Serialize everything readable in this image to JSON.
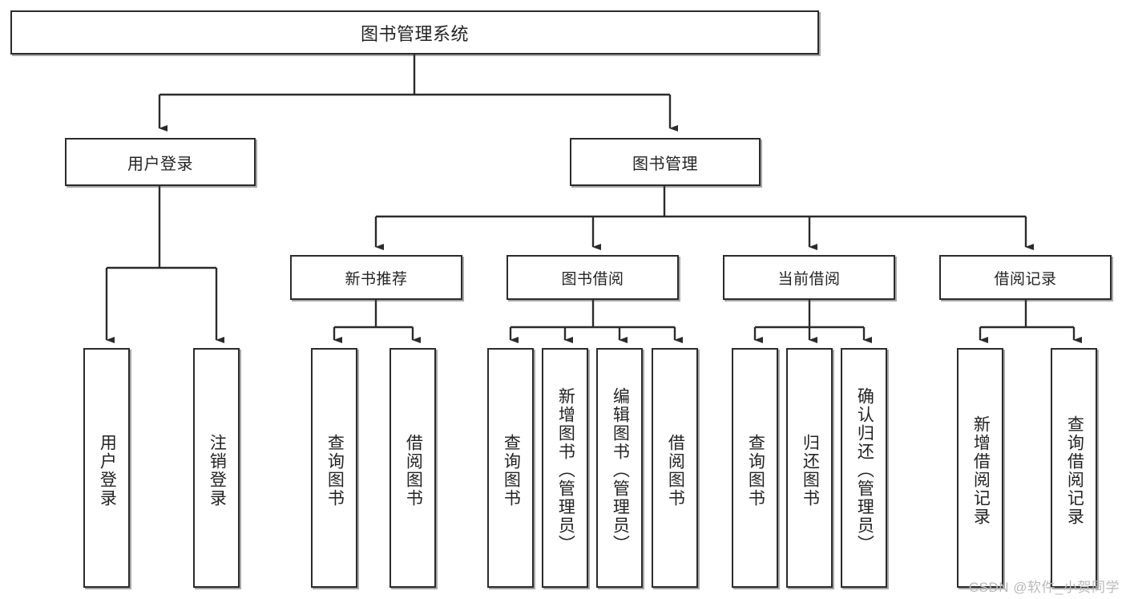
{
  "diagram": {
    "type": "tree",
    "title": "图书管理系统",
    "root": {
      "label": "图书管理系统"
    },
    "tier1": [
      {
        "label": "用户登录"
      },
      {
        "label": "图书管理"
      }
    ],
    "tier2": [
      {
        "label": "新书推荐"
      },
      {
        "label": "图书借阅"
      },
      {
        "label": "当前借阅"
      },
      {
        "label": "借阅记录"
      }
    ],
    "leaves": {
      "user_login": [
        {
          "label": "用户登录"
        },
        {
          "label": "注销登录"
        }
      ],
      "new_book_recommend": [
        {
          "label": "查询图书"
        },
        {
          "label": "借阅图书"
        }
      ],
      "book_borrow": [
        {
          "label": "查询图书"
        },
        {
          "label": "新增图书（管理员）"
        },
        {
          "label": "编辑图书（管理员）"
        },
        {
          "label": "借阅图书"
        }
      ],
      "current_borrow": [
        {
          "label": "查询图书"
        },
        {
          "label": "归还图书"
        },
        {
          "label": "确认归还（管理员）"
        }
      ],
      "borrow_record": [
        {
          "label": "新增借阅记录"
        },
        {
          "label": "查询借阅记录"
        }
      ]
    }
  },
  "watermark": {
    "text": "CSDN @软件_小贺同学"
  },
  "colors": {
    "border": "#2b2b2b",
    "text": "#232323",
    "background": "#ffffff",
    "watermark": "#b9b9b9"
  }
}
